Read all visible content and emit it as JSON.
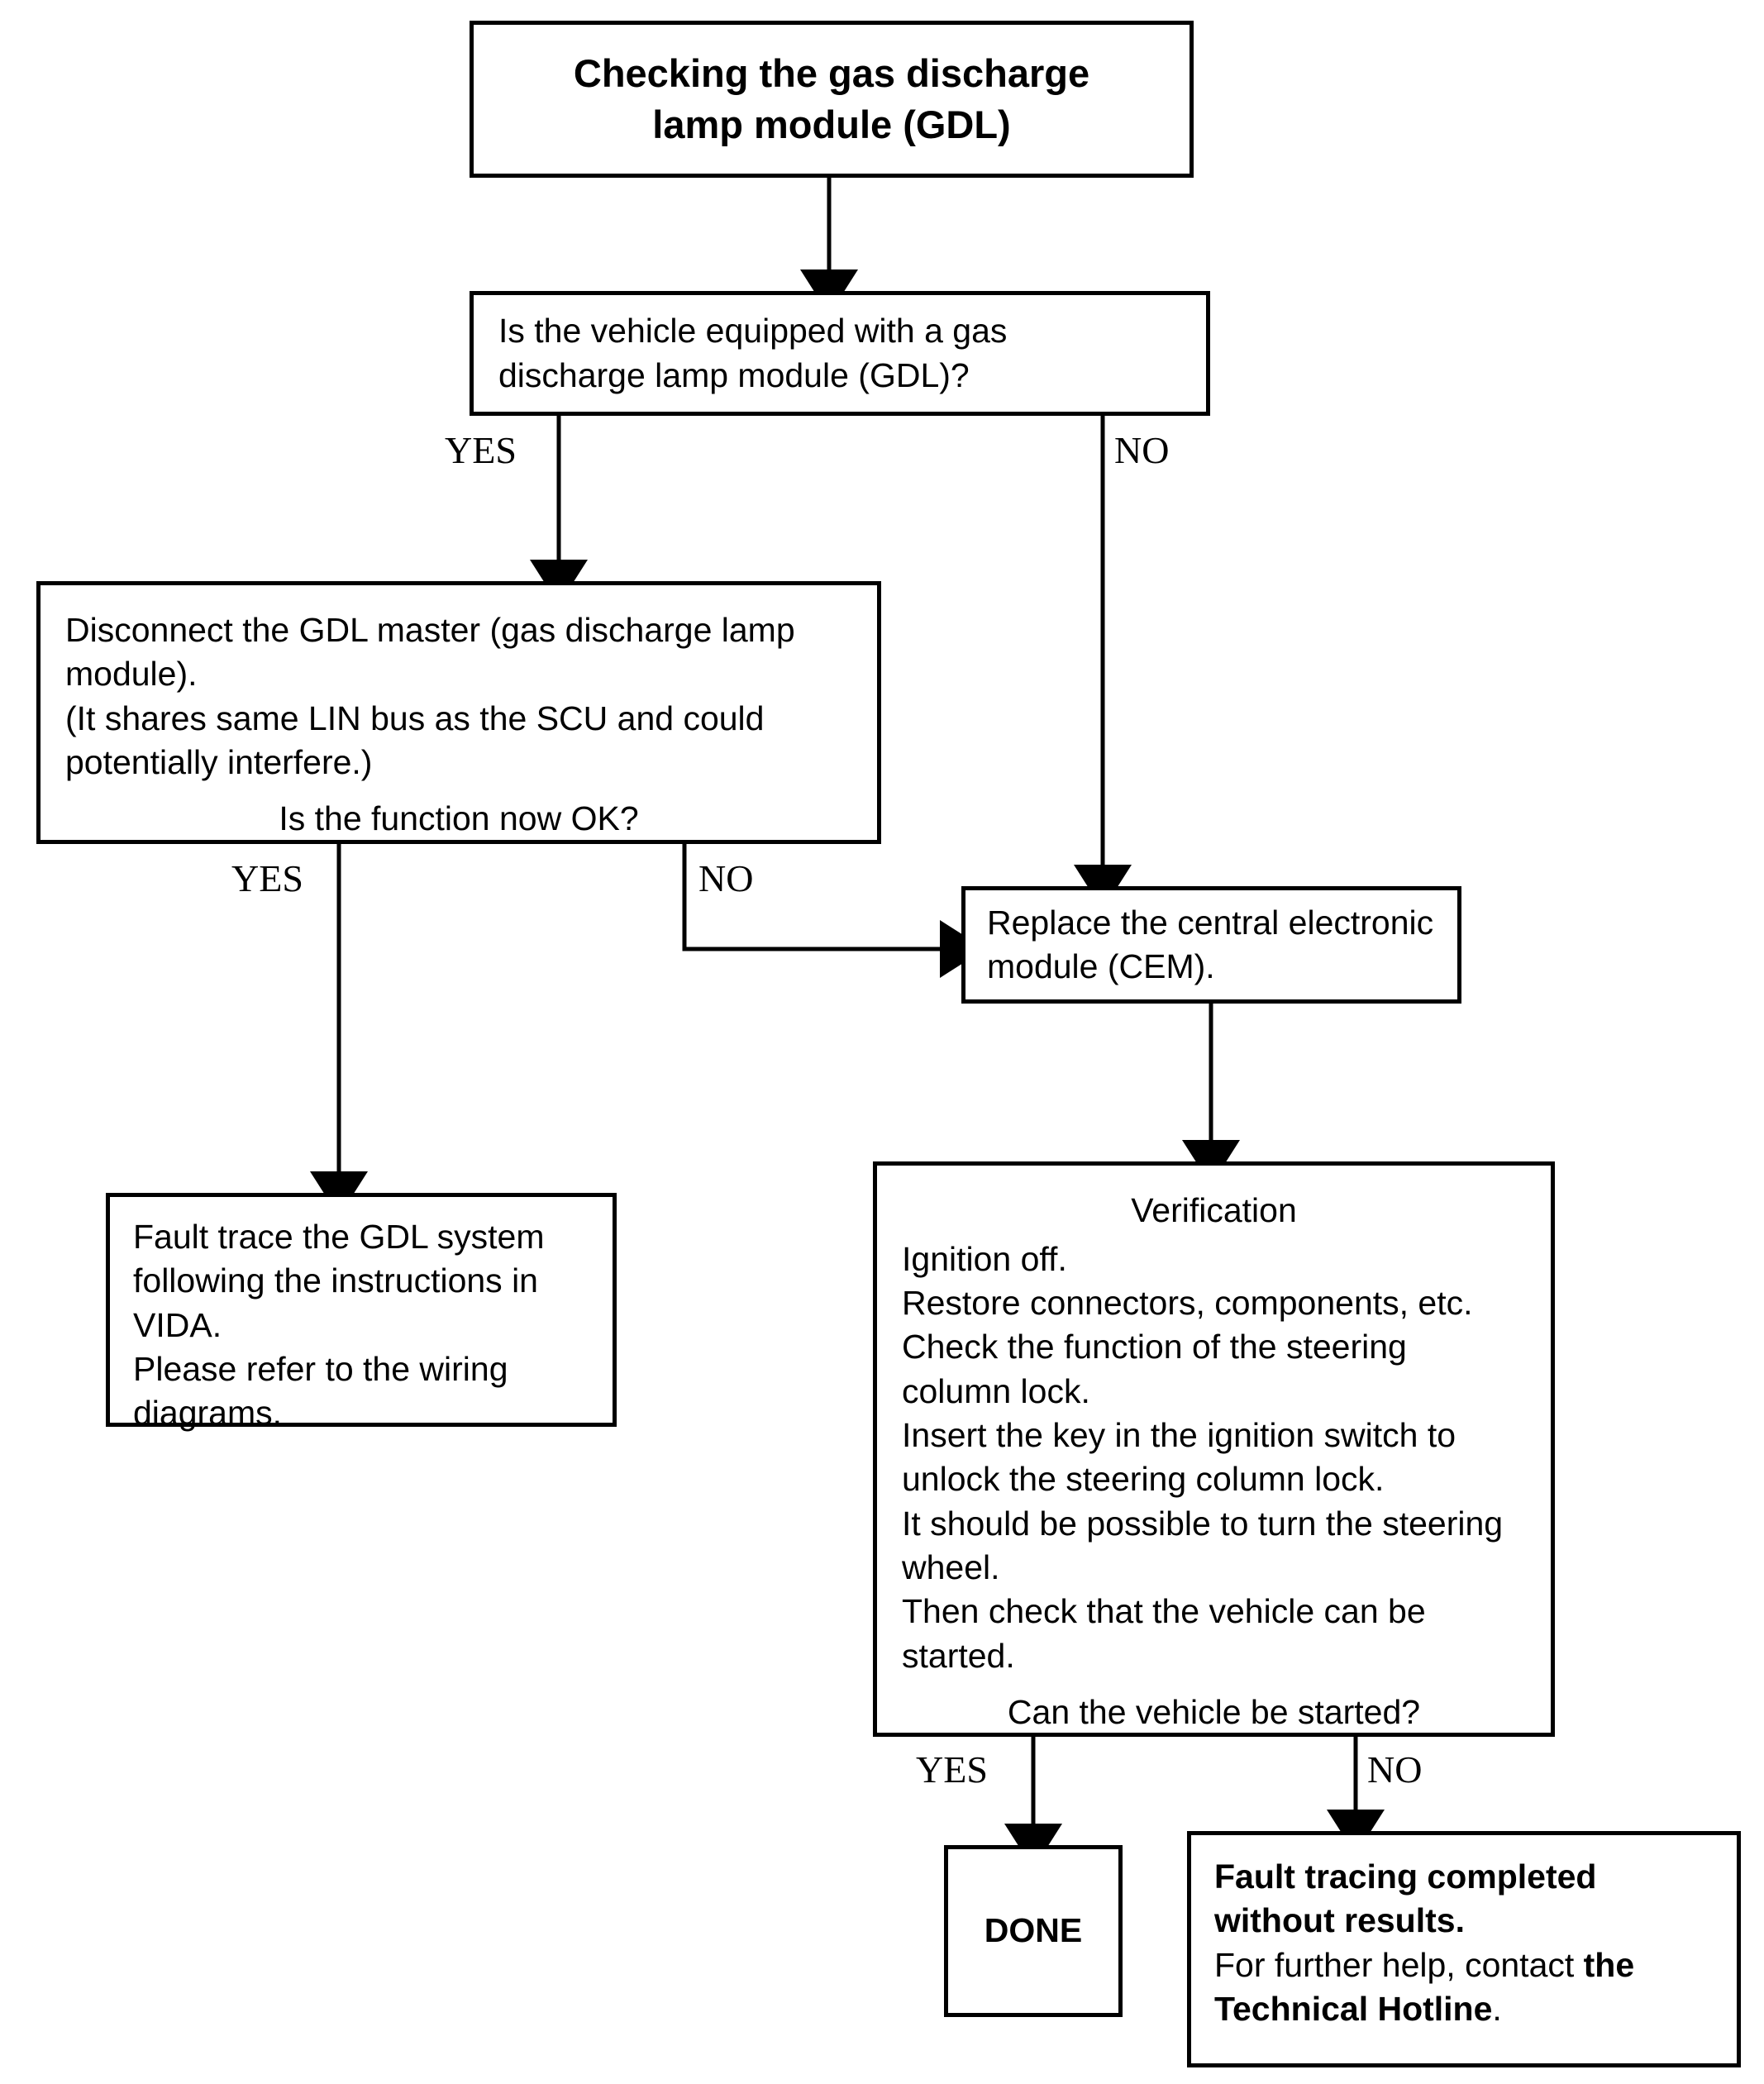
{
  "diagram": {
    "title": "Checking the gas discharge lamp module (GDL)",
    "type": "flowchart",
    "nodes": {
      "title_box": {
        "label": "Checking the gas discharge\nlamp module (GDL)"
      },
      "question_gdl": {
        "label": "Is the vehicle equipped with a gas\ndischarge lamp module (GDL)?"
      },
      "disconnect_gdl": {
        "body": "Disconnect the GDL master (gas discharge lamp\nmodule).\n(It shares same LIN bus as the SCU and could\npotentially interfere.)",
        "question": "Is the function now OK?"
      },
      "replace_cem": {
        "label": "Replace the central electronic\nmodule (CEM)."
      },
      "fault_trace_gdl": {
        "label": "Fault trace the GDL system\nfollowing the instructions in\nVIDA.\nPlease refer to the wiring\ndiagrams."
      },
      "verification": {
        "heading": "Verification",
        "body": "Ignition off.\nRestore connectors, components, etc.\nCheck the function of the steering\ncolumn lock.\nInsert the key in the ignition switch to\nunlock the steering column lock.\nIt should be possible to turn the steering\nwheel.\nThen check that the vehicle can be\nstarted.",
        "question": "Can the vehicle be started?"
      },
      "done": {
        "label": "DONE"
      },
      "fault_tracing_completed": {
        "line1_bold": "Fault tracing completed",
        "line2_bold": "without results.",
        "line3_regular": "For further help, contact ",
        "line3_bold": "the",
        "line4_bold": "Technical Hotline",
        "line4_regular": "."
      }
    },
    "branch_labels": {
      "gdl_yes": "YES",
      "gdl_no": "NO",
      "function_yes": "YES",
      "function_no": "NO",
      "started_yes": "YES",
      "started_no": "NO"
    },
    "colors": {
      "stroke": "#000000",
      "background": "#ffffff",
      "text": "#000000"
    }
  }
}
